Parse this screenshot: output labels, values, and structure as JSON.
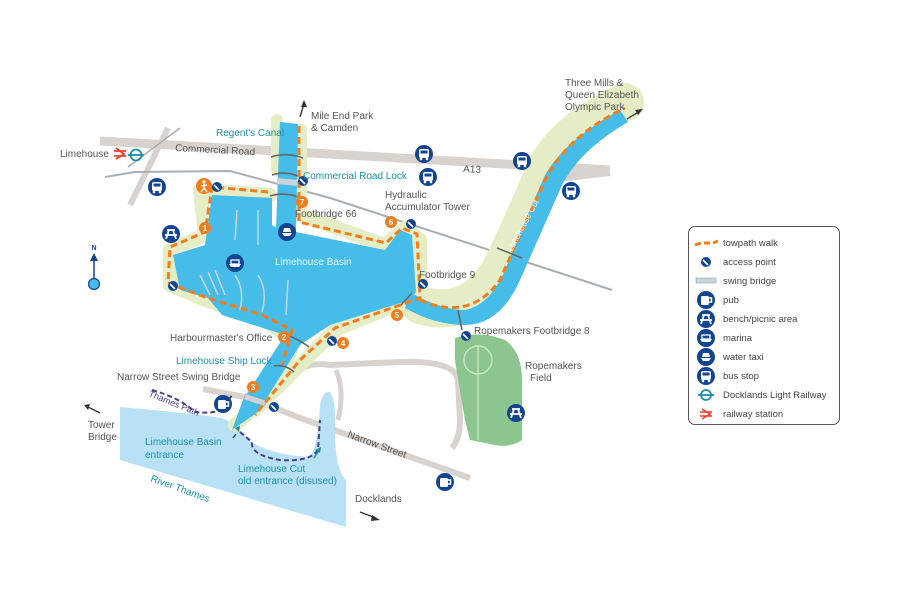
{
  "colors": {
    "water": "#45bde8",
    "river": "#b8e1f5",
    "towpath_band": "#e4edc5",
    "towpath": "#f07e1f",
    "icon_navy": "#12458f",
    "road": "#d8d3cf",
    "park": "#8cc58d",
    "label_teal": "#1d8fa6",
    "dlr": "#1d8fa6",
    "rail": "#e8402c",
    "thames_path": "#4a3d8c"
  },
  "labels": {
    "limehouse_station": "Limehouse",
    "commercial_road": "Commercial Road",
    "a13": "A13",
    "regents_canal": "Regent's Canal",
    "mile_end_line1": "Mile End Park",
    "mile_end_line2": "& Camden",
    "three_mills_line1": "Three Mills &",
    "three_mills_line2": "Queen Elizabeth",
    "three_mills_line3": "Olympic Park",
    "commercial_road_lock": "Commercial Road Lock",
    "footbridge_66": "Footbridge 66",
    "hydraulic_line1": "Hydraulic",
    "hydraulic_line2": "Accumulator Tower",
    "limehouse_cut": "Limehouse Cut",
    "limehouse_basin": "Limehouse Basin",
    "footbridge_9": "Footbridge 9",
    "ropemakers_footbridge": "Ropemakers Footbridge 8",
    "ropemakers_field_line1": "Ropemakers",
    "ropemakers_field_line2": "Field",
    "harbourmaster": "Harbourmaster's Office",
    "ship_lock": "Limehouse Ship Lock",
    "narrow_street_swing": "Narrow Street Swing Bridge",
    "thames_path": "Thames Path",
    "tower_bridge_line1": "Tower",
    "tower_bridge_line2": "Bridge",
    "basin_entrance_line1": "Limehouse Basin",
    "basin_entrance_line2": "entrance",
    "cut_entrance_line1": "Limehouse Cut",
    "cut_entrance_line2": "old entrance  (disused)",
    "narrow_street": "Narrow Street",
    "river_thames": "River Thames",
    "docklands": "Docklands",
    "north": "N"
  },
  "waypoints": [
    "1",
    "2",
    "3",
    "4",
    "5",
    "6",
    "7"
  ],
  "legend": {
    "items": [
      {
        "icon": "towpath-dash",
        "label": "towpath walk"
      },
      {
        "icon": "access-point",
        "label": "access point"
      },
      {
        "icon": "swing-bridge",
        "label": "swing bridge"
      },
      {
        "icon": "pub-mug",
        "label": "pub"
      },
      {
        "icon": "picnic-bench",
        "label": "bench/picnic area"
      },
      {
        "icon": "marina-boat",
        "label": "marina"
      },
      {
        "icon": "water-taxi",
        "label": "water taxi"
      },
      {
        "icon": "bus",
        "label": "bus stop"
      },
      {
        "icon": "dlr-roundel",
        "label": "Docklands Light Railway"
      },
      {
        "icon": "national-rail",
        "label": "railway station"
      }
    ]
  }
}
